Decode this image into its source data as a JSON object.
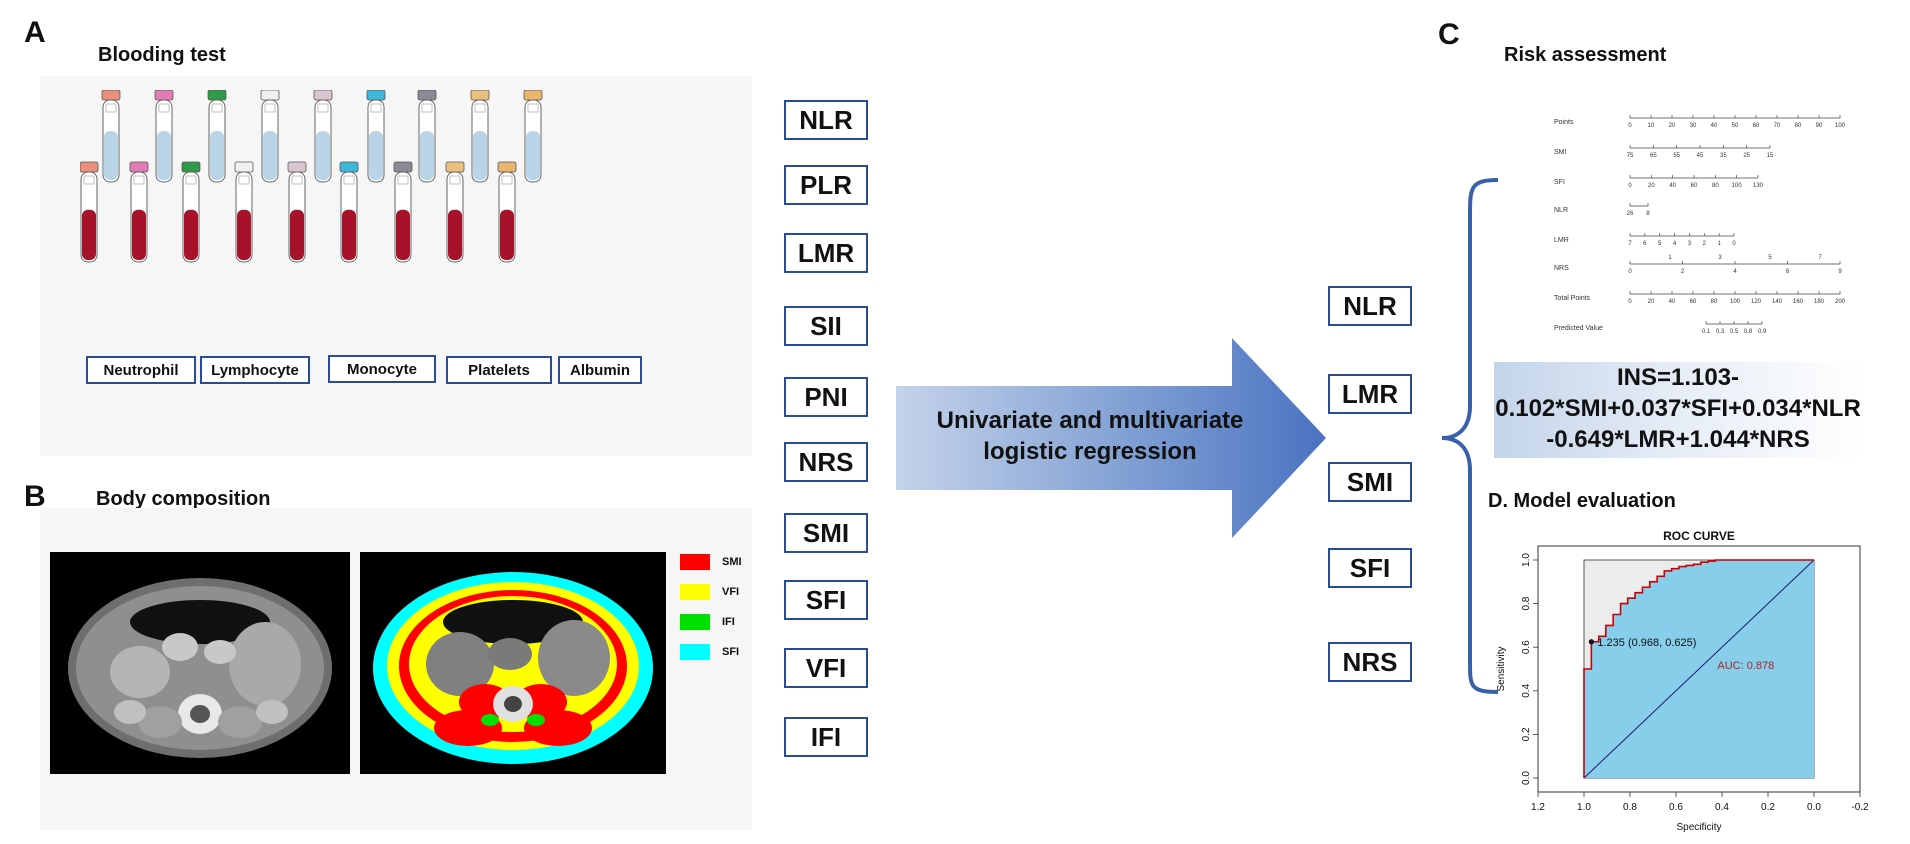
{
  "panels": {
    "a": {
      "letter": "A",
      "title": "Blooding test"
    },
    "b": {
      "letter": "B",
      "title": "Body composition"
    },
    "c": {
      "letter": "C",
      "title": "Risk assessment"
    },
    "d": {
      "title": "D. Model evaluation"
    }
  },
  "blood_cells": [
    "Neutrophil",
    "Lymphocyte",
    "Monocyte",
    "Platelets",
    "Albumin"
  ],
  "tube_caps": [
    "#e8907c",
    "#e37cb6",
    "#2e9a4a",
    "#f0f0f0",
    "#d9c6d0",
    "#3fb7d8",
    "#8a8a96",
    "#e9c07f",
    "#e7b56d"
  ],
  "candidate_markers": [
    "NLR",
    "PLR",
    "LMR",
    "SII",
    "PNI",
    "NRS",
    "SMI",
    "SFI",
    "VFI",
    "IFI"
  ],
  "arrow_label": "Univariate and multivariate logistic regression",
  "selected_markers": [
    "NLR",
    "LMR",
    "SMI",
    "SFI",
    "NRS"
  ],
  "ct_legend": [
    {
      "label": "SMI",
      "color": "#ff0000"
    },
    {
      "label": "VFI",
      "color": "#ffff00"
    },
    {
      "label": "IFI",
      "color": "#00e000"
    },
    {
      "label": "SFI",
      "color": "#00ffff"
    }
  ],
  "nomogram": {
    "rows": [
      {
        "label": "Points",
        "ticks": [
          "0",
          "10",
          "20",
          "30",
          "40",
          "50",
          "60",
          "70",
          "80",
          "90",
          "100"
        ]
      },
      {
        "label": "SMI",
        "ticks": [
          "75",
          "65",
          "55",
          "45",
          "35",
          "25",
          "15"
        ]
      },
      {
        "label": "SFI",
        "ticks": [
          "0",
          "20",
          "40",
          "60",
          "80",
          "100",
          "130"
        ]
      },
      {
        "label": "NLR",
        "ticks": [
          "26",
          "8"
        ]
      },
      {
        "label": "LMR",
        "ticks": [
          "7",
          "6",
          "5",
          "4",
          "3",
          "2",
          "1",
          "0"
        ]
      },
      {
        "label": "NRS",
        "ticks_top": [
          "1",
          "3",
          "5",
          "7"
        ],
        "ticks": [
          "0",
          "2",
          "4",
          "6",
          "9"
        ]
      },
      {
        "label": "Total Points",
        "ticks": [
          "0",
          "20",
          "40",
          "60",
          "80",
          "100",
          "120",
          "140",
          "160",
          "180",
          "200"
        ]
      },
      {
        "label": "Predicted Value",
        "ticks": [
          "0.1",
          "0.3",
          "0.5",
          "0.8",
          "0.9"
        ]
      }
    ]
  },
  "equation": {
    "line1": "INS=1.103-",
    "line2": "0.102*SMI+0.037*SFI+0.034*NLR",
    "line3": "-0.649*LMR+1.044*NRS"
  },
  "chart_data": {
    "type": "line",
    "title": "ROC CURVE",
    "xlabel": "Specificity",
    "ylabel": "Sensitivity",
    "xlim": [
      1.2,
      -0.2
    ],
    "ylim": [
      0.0,
      1.0
    ],
    "x_ticks": [
      "1.2",
      "1.0",
      "0.8",
      "0.6",
      "0.4",
      "0.2",
      "0.0",
      "-0.2"
    ],
    "y_ticks": [
      "0.0",
      "0.2",
      "0.4",
      "0.6",
      "0.8",
      "1.0"
    ],
    "series": [
      {
        "x": [
          1.0,
          1.0,
          0.968,
          0.968,
          0.968,
          0.936,
          0.936,
          0.905,
          0.905,
          0.873,
          0.873,
          0.841,
          0.841,
          0.81,
          0.81,
          0.778,
          0.778,
          0.746,
          0.746,
          0.714,
          0.714,
          0.682,
          0.682,
          0.651,
          0.651,
          0.619,
          0.619,
          0.587,
          0.587,
          0.556,
          0.556,
          0.524,
          0.524,
          0.492,
          0.492,
          0.46,
          0.46,
          0.429,
          0.429,
          0.0
        ],
        "y": [
          0.0,
          0.5,
          0.5,
          0.6,
          0.625,
          0.625,
          0.65,
          0.65,
          0.7,
          0.7,
          0.75,
          0.75,
          0.8,
          0.8,
          0.825,
          0.825,
          0.85,
          0.85,
          0.875,
          0.875,
          0.9,
          0.9,
          0.925,
          0.925,
          0.95,
          0.95,
          0.96,
          0.96,
          0.97,
          0.97,
          0.975,
          0.975,
          0.98,
          0.98,
          0.99,
          0.99,
          0.995,
          0.995,
          1.0,
          1.0
        ]
      }
    ],
    "best_point": {
      "x": 0.968,
      "y": 0.625,
      "label": "1.235 (0.968, 0.625)"
    },
    "auc_label": "AUC: 0.878",
    "colors": {
      "curve": "#cc0000",
      "fill": "#87ceeb",
      "upper": "#ececec",
      "diagonal": "#1a1a6e",
      "auc": "#b22222"
    }
  }
}
